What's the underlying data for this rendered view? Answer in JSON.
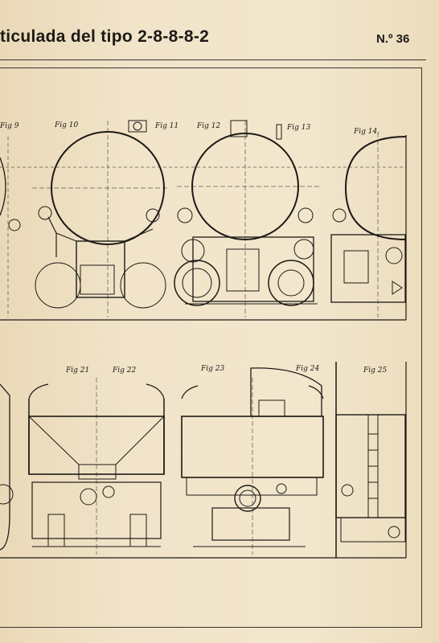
{
  "header": {
    "title": "ticulada del tipo 2-8-8-8-2",
    "number": "N.º 36"
  },
  "figures": {
    "top": [
      "Fig 9",
      "Fig 10",
      "Fig 11",
      "Fig 12",
      "Fig 13",
      "Fig 14."
    ],
    "bottom": [
      "Fig 21",
      "Fig 22",
      "Fig 23",
      "Fig 24",
      "Fig 25"
    ]
  },
  "colors": {
    "paper": "#efe2c6",
    "ink": "#1d1a16"
  }
}
